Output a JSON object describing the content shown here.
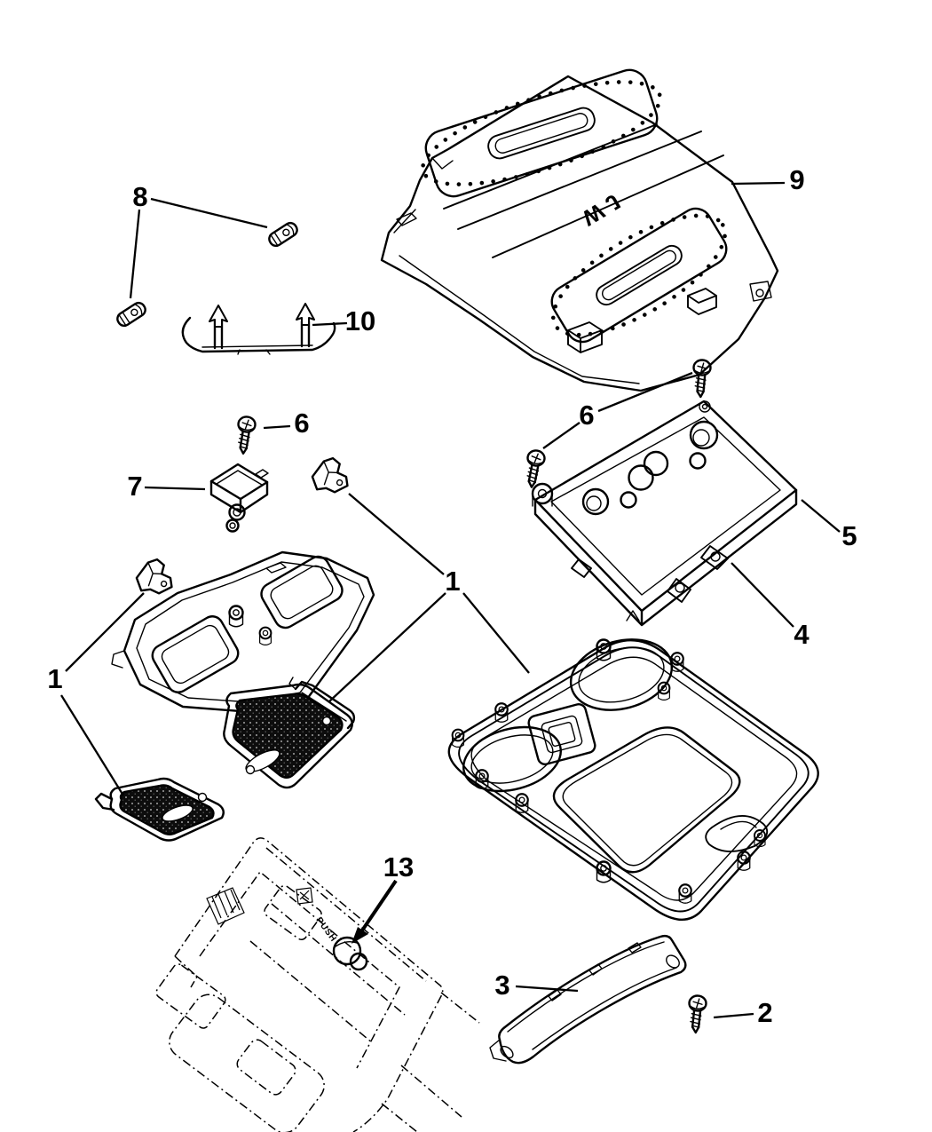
{
  "figure": {
    "type": "exploded-parts-diagram",
    "subject": "overhead-console-assembly",
    "background": "#ffffff",
    "line_color": "#000000",
    "markings": {
      "pad_logo": "W J",
      "push": "PUSH"
    },
    "callouts": [
      {
        "label": "8"
      },
      {
        "label": "10"
      },
      {
        "label": "9"
      },
      {
        "label": "6"
      },
      {
        "label": "6"
      },
      {
        "label": "7"
      },
      {
        "label": "5"
      },
      {
        "label": "4"
      },
      {
        "label": "1"
      },
      {
        "label": "1"
      },
      {
        "label": "13"
      },
      {
        "label": "3"
      },
      {
        "label": "2"
      }
    ]
  }
}
